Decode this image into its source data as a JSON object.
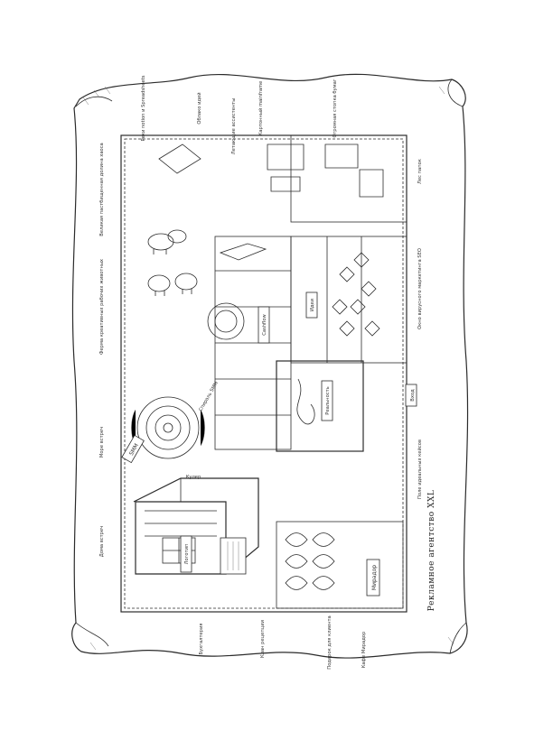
{
  "map": {
    "title": "Рекламное агентство XXL",
    "labels": {
      "idea_field": "Поле идеальных кейсов",
      "rivers_notion_spreadsheets": "Реки notion и Spreadsheets",
      "cardboard_mainframe": "Картонный mainframe",
      "huge_paper_stacks": "Огромная стопка бумаг",
      "great_pasture_chaos": "Великая пастбищенная долина хаоса",
      "meeting_houses": "Дома встреч",
      "reception_clan": "Клан рецепции",
      "dancing_stars": "Летающие ассистенты",
      "sea_of_meetings": "Море встреч",
      "forest_of_folders": "Лес папок",
      "gift_for_client": "Подарок для клиента",
      "desk_cafe": "Кафе Мирадор",
      "farm": "Ферма креативных рабочих животных",
      "cloud_of_ideas": "Облако идей",
      "accountant": "Бухгалтерия",
      "seo_corner": "Окно вирусного маркетинга SEO",
      "smm_spiral": "Спираль SMM",
      "water_cooler": "Кулер",
      "gate": "Вход"
    },
    "signs": {
      "mirador": "Мирадор",
      "smm": "SMM",
      "cashflow": "Cashflow",
      "reality": "Реальность",
      "ideas": "Идеи",
      "logo": "Логотип"
    }
  }
}
